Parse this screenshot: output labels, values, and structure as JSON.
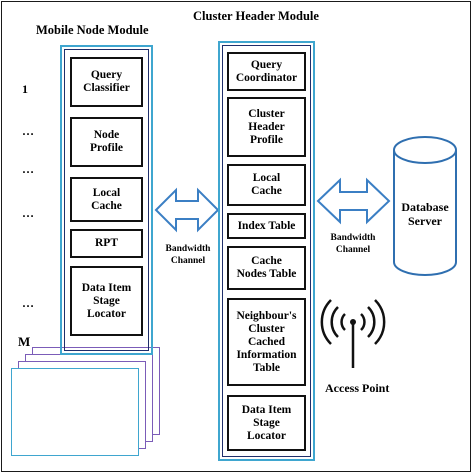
{
  "mobile_module": {
    "title": "Mobile Node Module",
    "boxes": [
      "Query\nClassifier",
      "Node\nProfile",
      "Local\nCache",
      "RPT",
      "Data Item\nStage\nLocator"
    ],
    "side_labels": [
      "1",
      "…",
      "…",
      "…",
      "…",
      "M"
    ]
  },
  "cluster_module": {
    "title": "Cluster Header Module",
    "boxes": [
      "Query\nCoordinator",
      "Cluster\nHeader\nProfile",
      "Local\nCache",
      "Index Table",
      "Cache\nNodes Table",
      "Neighbour's\nCluster\nCached\nInformation\nTable",
      "Data Item\nStage\nLocator"
    ]
  },
  "links": {
    "left": "Bandwidth\nChannel",
    "right": "Bandwidth\nChannel"
  },
  "database": {
    "label": "Database\nServer"
  },
  "access_point": {
    "label": "Access Point"
  },
  "colors": {
    "module_border": "#3fa6cf",
    "box_border": "#111111",
    "arrow_stroke": "#3b7fc4",
    "cylinder_stroke": "#2f6fb0",
    "stack_border": "#7b5cb8"
  }
}
